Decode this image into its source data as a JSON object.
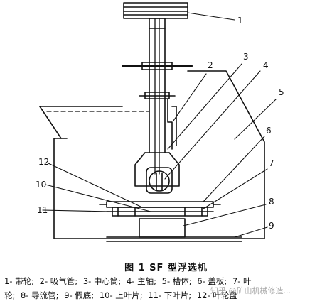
{
  "figure": {
    "callouts": [
      "1",
      "2",
      "3",
      "4",
      "5",
      "6",
      "7",
      "8",
      "9",
      "10",
      "11",
      "12"
    ],
    "caption": "图 1   SF 型浮选机",
    "legend_line1": [
      "1- 带轮;",
      "2- 吸气管;",
      "3- 中心筒;",
      "4- 主轴;",
      "5- 槽体;",
      "6- 盖板;",
      "7- 叶"
    ],
    "legend_line2": [
      "轮;",
      "8- 导流管;",
      "9- 假底;",
      "10- 上叶片;",
      "11- 下叶片;",
      "12- 叶轮盘"
    ]
  },
  "watermark": "知乎 @矿山机械修造..."
}
